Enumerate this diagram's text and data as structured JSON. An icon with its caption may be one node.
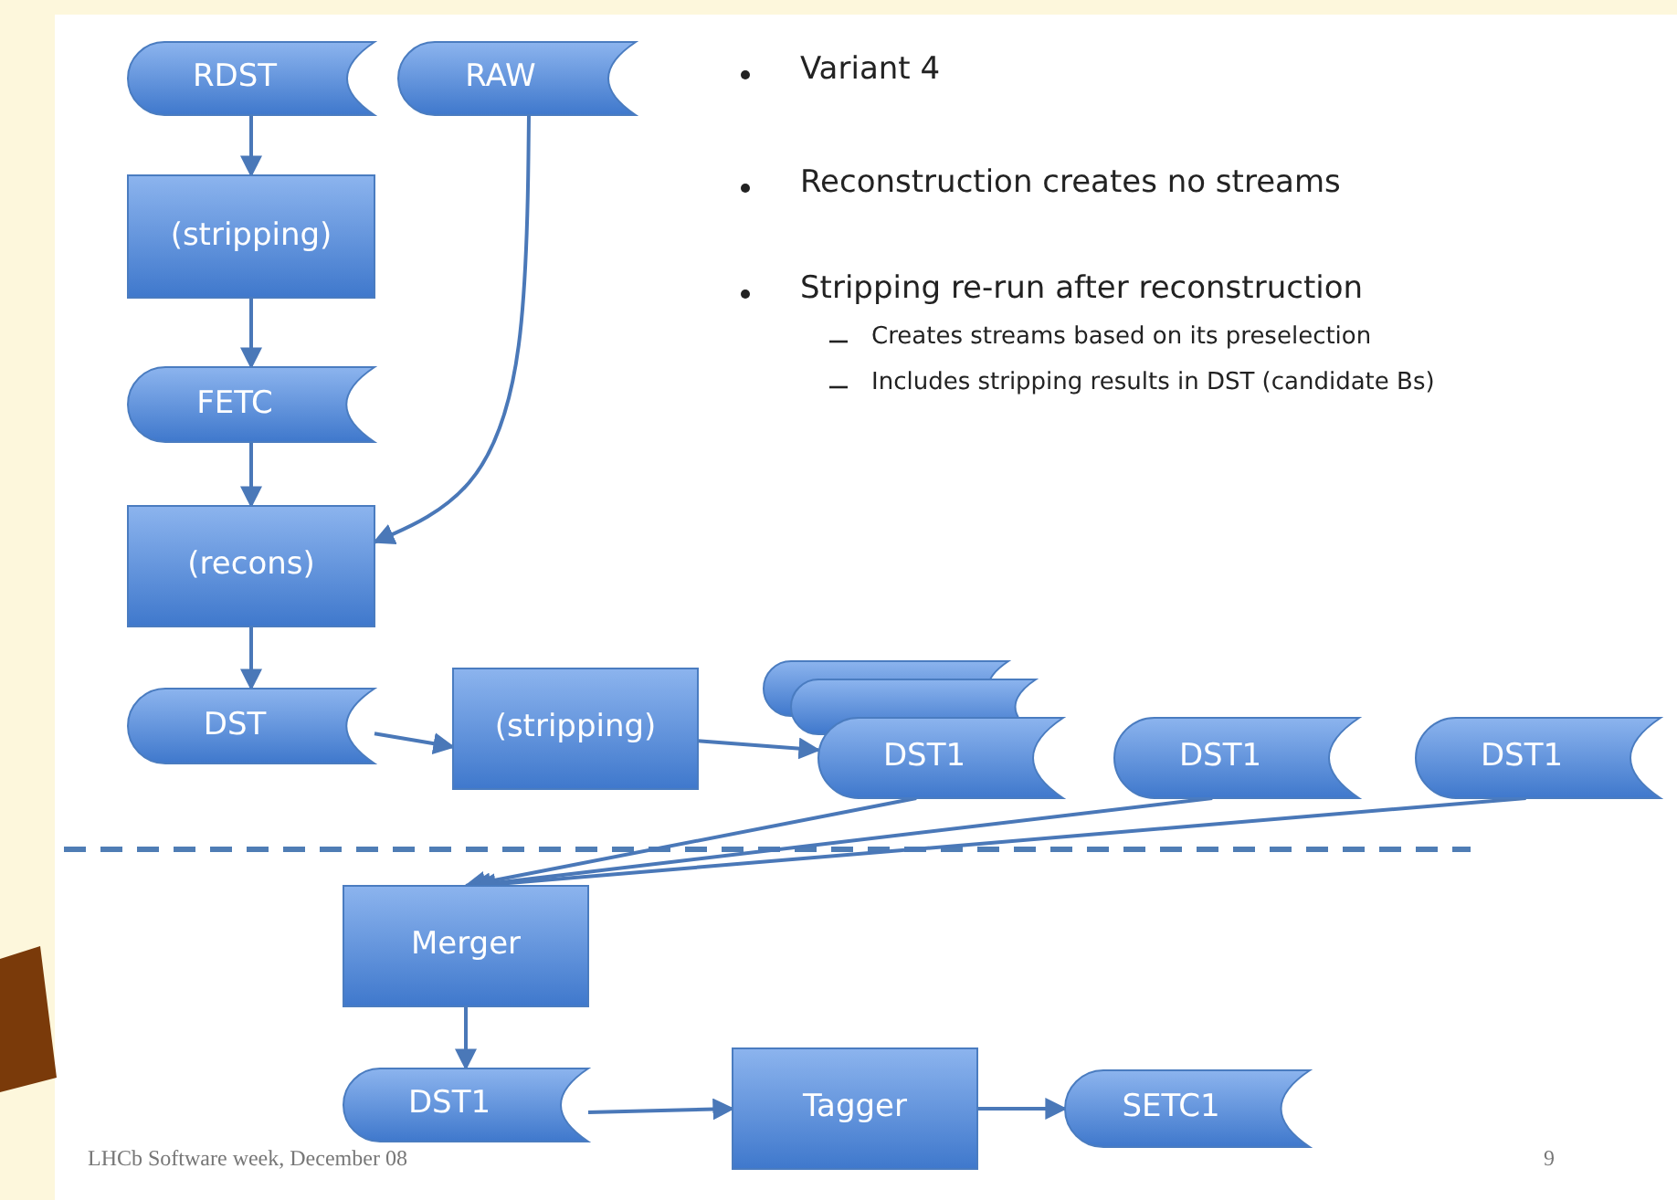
{
  "diagram": {
    "nodes": [
      {
        "text": [
          "RDST"
        ]
      },
      {
        "text": [
          "RAW"
        ]
      },
      {
        "text": [
          "(stripping)"
        ]
      },
      {
        "text": [
          "FETC"
        ]
      },
      {
        "text": [
          "(recons)"
        ]
      },
      {
        "text": [
          "DST"
        ]
      },
      {
        "text": [
          "(stripping)"
        ]
      },
      {
        "text": [],
        "shape": "tape"
      },
      {
        "text": [],
        "shape": "tape"
      },
      {
        "text": [
          "DST1"
        ]
      },
      {
        "text": [
          "DST1"
        ]
      },
      {
        "text": [
          "DST1"
        ]
      },
      {
        "text": [
          "Merger"
        ]
      },
      {
        "text": [
          "DST1"
        ]
      },
      {
        "text": [
          "Tagger"
        ]
      },
      {
        "text": [
          "SETC1"
        ]
      }
    ],
    "edges": [
      {
        "from": 0,
        "to": 2,
        "arrow": "to"
      },
      {
        "from": 2,
        "to": 3,
        "arrow": "to"
      },
      {
        "from": 3,
        "to": 4,
        "arrow": "to"
      },
      {
        "from": 1,
        "to": 4,
        "arrow": "to"
      },
      {
        "from": 4,
        "to": 5,
        "arrow": "to"
      },
      {
        "from": 5,
        "to": 6,
        "arrow": "to"
      },
      {
        "from": 6,
        "to": 9,
        "arrow": "to"
      },
      {
        "from": 9,
        "to": 12,
        "arrow": "to"
      },
      {
        "from": 10,
        "to": 12,
        "arrow": "to"
      },
      {
        "from": 11,
        "to": 12,
        "arrow": "to"
      },
      {
        "from": 12,
        "to": 13,
        "arrow": "to"
      },
      {
        "from": 13,
        "to": 14,
        "arrow": "to"
      },
      {
        "from": 14,
        "to": 15,
        "arrow": "to"
      }
    ],
    "labels": [
      "Variant 4",
      "Reconstruction creates no streams",
      "Stripping re-run after reconstruction",
      "Creates streams based on its preselection",
      "Includes stripping results in DST (candidate Bs)",
      "LHCb Software week, December 08",
      "9"
    ]
  }
}
